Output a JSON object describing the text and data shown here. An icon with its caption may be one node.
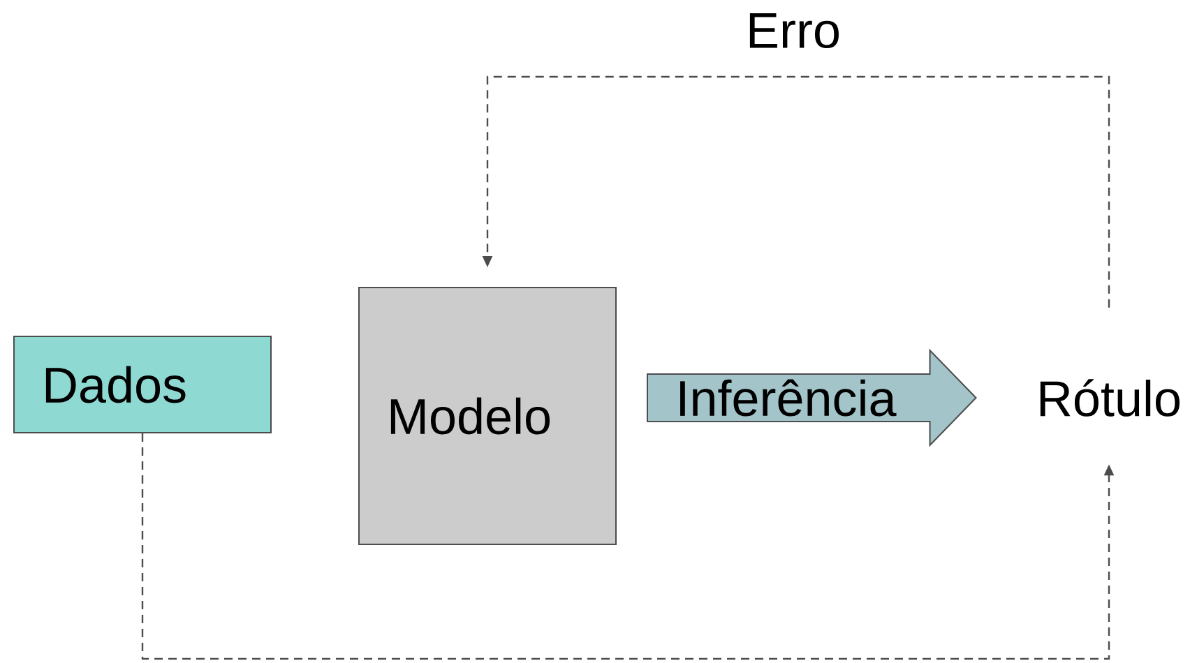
{
  "diagram": {
    "nodes": [
      {
        "text": [
          "Dados"
        ]
      },
      {
        "text": [
          "Modelo"
        ]
      },
      {
        "text": [
          "Rótulo"
        ]
      }
    ],
    "edges": [
      {
        "from": 0,
        "to": 2,
        "arrow": "to",
        "style": "dashed"
      },
      {
        "from": 2,
        "to": 1,
        "arrow": "to",
        "style": "dashed",
        "label": "Erro"
      },
      {
        "from": 1,
        "to": 2,
        "arrow": "to",
        "style": "thick",
        "color": "#a3c4c9",
        "label": "Inferência"
      }
    ]
  }
}
